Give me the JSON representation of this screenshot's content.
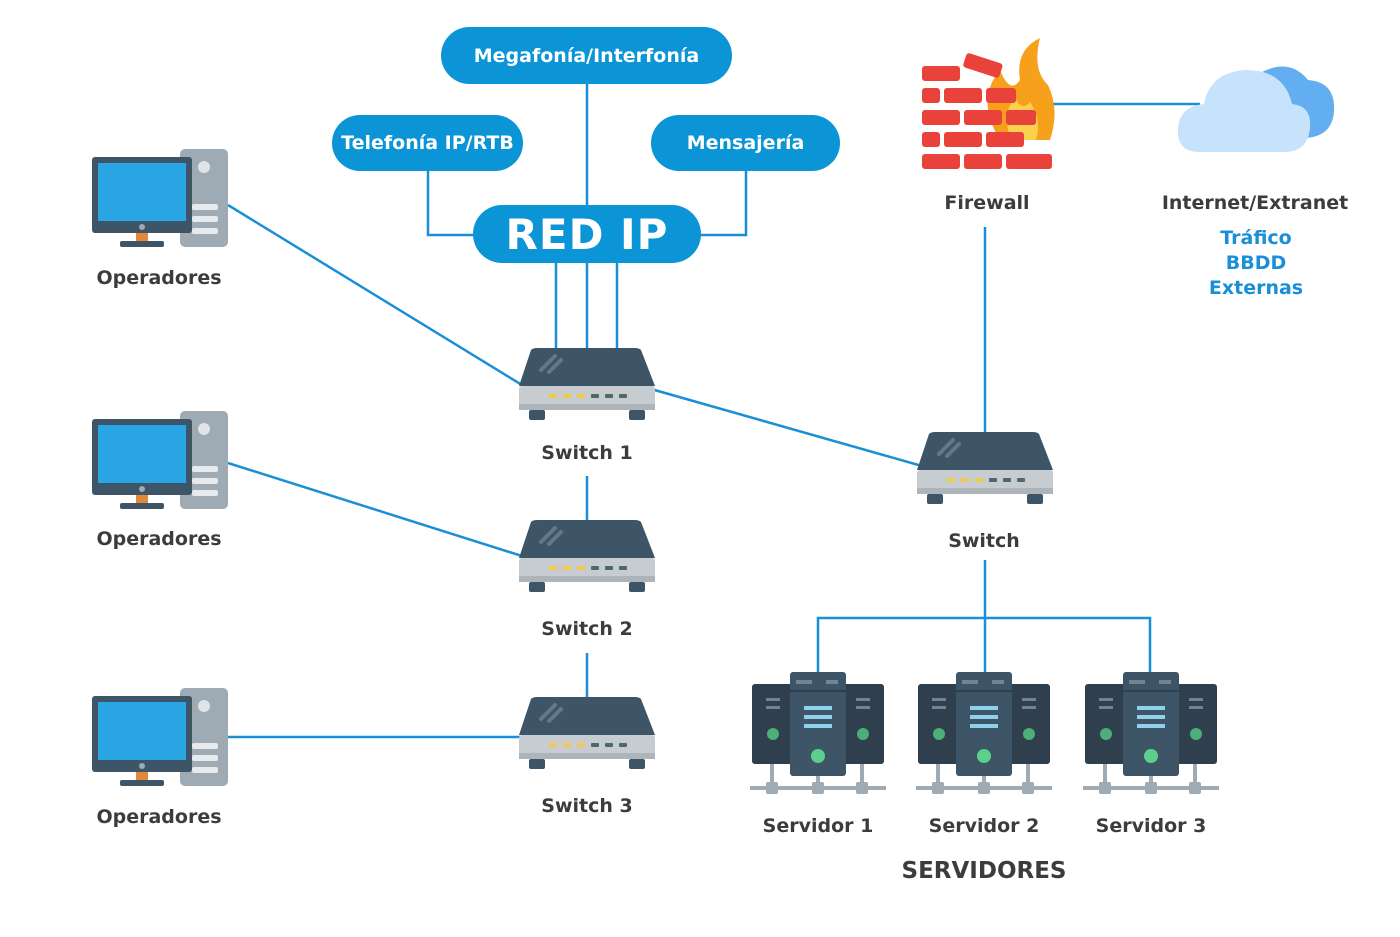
{
  "network": {
    "core": "RED IP",
    "services": {
      "megafonia": "Megafonía/Interfonía",
      "telefonia": "Telefonía IP/RTB",
      "mensajeria": "Mensajería"
    },
    "operators": [
      "Operadores",
      "Operadores",
      "Operadores"
    ],
    "switches": [
      "Switch 1",
      "Switch 2",
      "Switch 3"
    ],
    "server_switch": "Switch",
    "firewall": "Firewall",
    "internet": "Internet/Extranet",
    "internet_notes": [
      "Tráfico",
      "BBDD",
      "Externas"
    ],
    "servers": [
      "Servidor 1",
      "Servidor 2",
      "Servidor 3"
    ],
    "servers_title": "SERVIDORES"
  },
  "colors": {
    "link": "#1a8fd8",
    "pill": "#0b95d6",
    "device_dark": "#3d5566",
    "device_light": "#c7ccd0",
    "screen": "#2aa5e3",
    "brick": "#e8423a",
    "flame": "#f7a01c",
    "cloud": "#7cc4f5"
  },
  "icons": [
    "computer-icon",
    "switch-icon",
    "server-rack-icon",
    "firewall-icon",
    "cloud-icon"
  ]
}
